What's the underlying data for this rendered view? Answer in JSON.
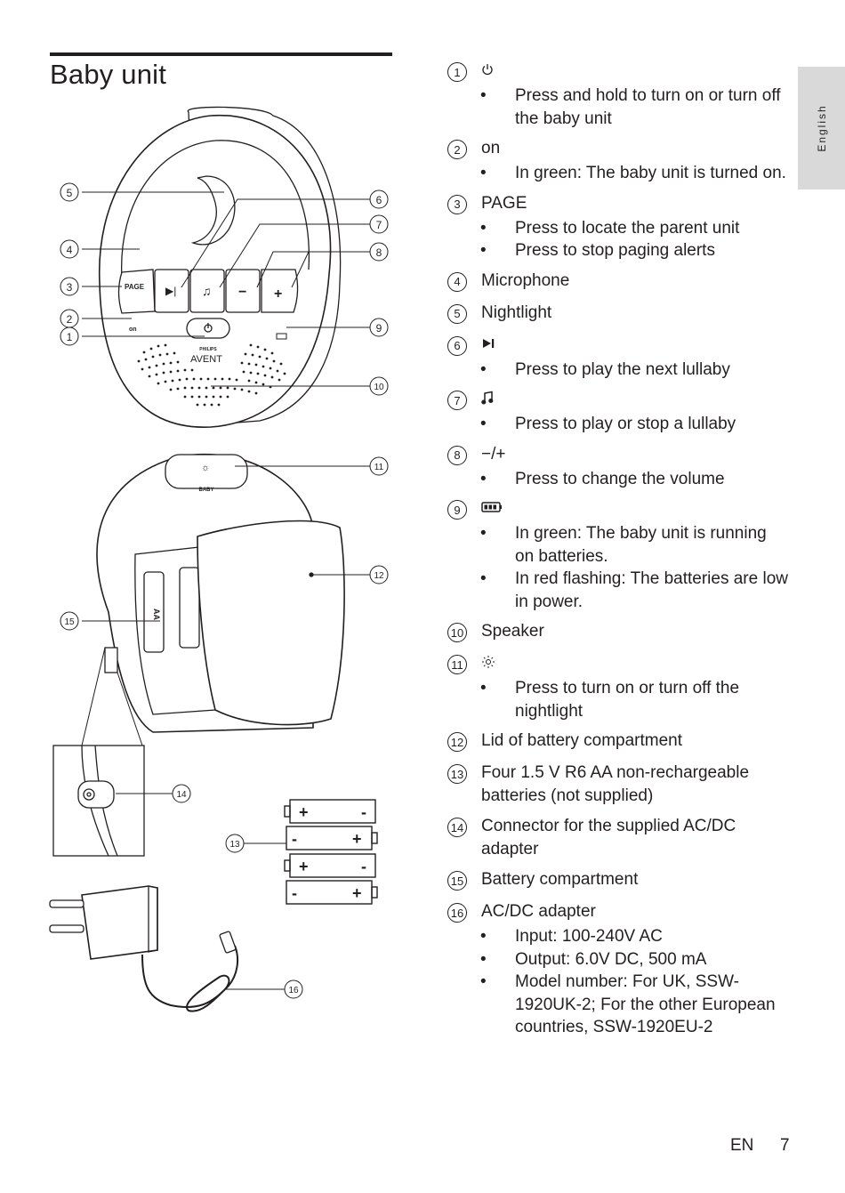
{
  "side_tab": "English",
  "title": "Baby unit",
  "items": [
    {
      "num": "1",
      "icon": "power-icon",
      "label": "",
      "bullets": [
        "Press and hold to turn on or turn off the baby unit"
      ]
    },
    {
      "num": "2",
      "icon": "",
      "label": "on",
      "bullets": [
        "In green: The baby unit is turned on."
      ]
    },
    {
      "num": "3",
      "icon": "",
      "label": "PAGE",
      "bullets": [
        "Press to locate the parent unit",
        "Press to stop paging alerts"
      ]
    },
    {
      "num": "4",
      "icon": "",
      "label": "Microphone",
      "bullets": []
    },
    {
      "num": "5",
      "icon": "",
      "label": "Nightlight",
      "bullets": []
    },
    {
      "num": "6",
      "icon": "play-next-icon",
      "label": "",
      "bullets": [
        "Press to play the next lullaby"
      ]
    },
    {
      "num": "7",
      "icon": "music-note-icon",
      "label": "",
      "bullets": [
        "Press to play or stop a lullaby"
      ]
    },
    {
      "num": "8",
      "icon": "",
      "label": "−/+",
      "bullets": [
        "Press to change the volume"
      ]
    },
    {
      "num": "9",
      "icon": "battery-icon",
      "label": "",
      "bullets": [
        "In green: The baby unit is running on batteries.",
        "In red flashing: The batteries are low in power."
      ]
    },
    {
      "num": "10",
      "icon": "",
      "label": "Speaker",
      "bullets": []
    },
    {
      "num": "11",
      "icon": "nightlight-icon",
      "label": "",
      "bullets": [
        "Press to turn on or turn off the nightlight"
      ]
    },
    {
      "num": "12",
      "icon": "",
      "label": "Lid of battery compartment",
      "bullets": []
    },
    {
      "num": "13",
      "icon": "",
      "label": "Four 1.5 V R6 AA non-rechargeable batteries (not supplied)",
      "bullets": []
    },
    {
      "num": "14",
      "icon": "",
      "label": "Connector for the supplied AC/DC adapter",
      "bullets": []
    },
    {
      "num": "15",
      "icon": "",
      "label": "Battery compartment",
      "bullets": []
    },
    {
      "num": "16",
      "icon": "",
      "label": "AC/DC adapter",
      "bullets": [
        "Input: 100-240V AC",
        "Output: 6.0V DC, 500 mA",
        "Model number: For UK, SSW-1920UK-2; For the other European countries, SSW-1920EU-2"
      ]
    }
  ],
  "figure": {
    "button_page": "PAGE",
    "label_on": "on",
    "brand": "PHILIPS",
    "brand_sub": "AVENT",
    "label_baby": "BABY",
    "battery_label": "AA",
    "callouts": [
      "1",
      "2",
      "3",
      "4",
      "5",
      "6",
      "7",
      "8",
      "9",
      "10",
      "11",
      "12",
      "13",
      "14",
      "15",
      "16"
    ]
  },
  "footer": {
    "lang": "EN",
    "page": "7"
  }
}
